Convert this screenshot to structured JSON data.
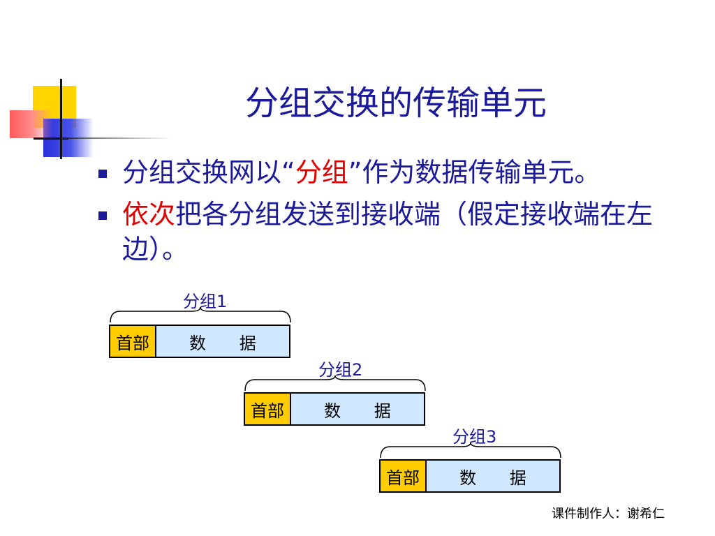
{
  "slide": {
    "title": "分组交换的传输单元",
    "bullets": [
      {
        "pre": "分组交换网以“",
        "highlight": "分组",
        "post": "”作为数据传输单元。"
      },
      {
        "pre": "",
        "highlight": "依次",
        "post": "把各分组发送到接收端（假定接收端在左边）。"
      }
    ],
    "packets": [
      {
        "label": "分组1",
        "header": "首部",
        "data": "数 据"
      },
      {
        "label": "分组2",
        "header": "首部",
        "data": "数 据"
      },
      {
        "label": "分组3",
        "header": "首部",
        "data": "数 据"
      }
    ],
    "footer": "课件制作人：谢希仁"
  },
  "colors": {
    "title": "#1a1a9a",
    "highlight": "#e00000",
    "header_fill": "#ffcc00",
    "data_fill": "#cfe8ff"
  }
}
